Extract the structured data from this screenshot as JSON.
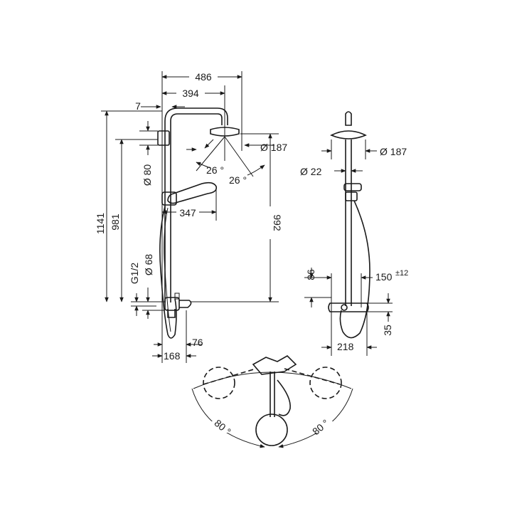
{
  "diagram": {
    "front_view": {
      "width_total": "486",
      "arm_length": "394",
      "wall_offset": "7",
      "height_total": "1141",
      "height_head": "981",
      "bracket_diameter": "Ø 80",
      "connection_diameter": "Ø 68",
      "thread": "G1/2",
      "head_angle_left": "26 °",
      "head_angle_right": "26 °",
      "head_diameter": "Ø 187",
      "hand_shower_reach": "347",
      "head_clearance": "992",
      "spout_projection": "76",
      "spout_depth": "168"
    },
    "side_view": {
      "head_diameter": "Ø 187",
      "riser_diameter": "Ø 22",
      "height_offset": "86",
      "center_distance": "150",
      "center_tolerance": "±12",
      "mixer_height": "35",
      "mixer_width": "218"
    },
    "top_view": {
      "rotation_left": "80 °",
      "rotation_right": "80 °"
    }
  }
}
